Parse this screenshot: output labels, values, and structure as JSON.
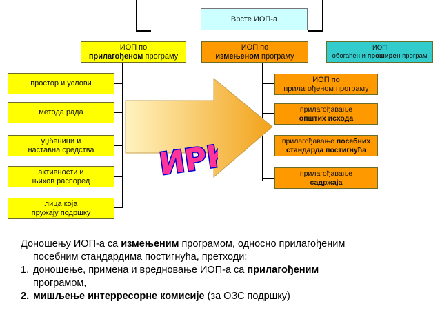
{
  "header": {
    "types_title": "Врсте ИОП-а"
  },
  "top_boxes": {
    "adapted": {
      "line1": "ИОП по",
      "bold": "прилагођеном",
      "rest": " програму"
    },
    "modified": {
      "line1": "ИОП по",
      "bold": "измењеном",
      "rest": " програму"
    },
    "enriched": {
      "line1": "ИОП",
      "pre": "обогаћен и ",
      "bold": "проширен",
      "rest": " програм"
    }
  },
  "left_items": [
    {
      "line1": "простор и услови",
      "line2": ""
    },
    {
      "line1": "метода рада",
      "line2": ""
    },
    {
      "line1": "уџбеници и",
      "line2": "наставна средства"
    },
    {
      "line1": "активности и",
      "line2": "њихов распоред"
    },
    {
      "line1": "лица која",
      "line2": "пружају подршку"
    }
  ],
  "right_items": {
    "adapted": {
      "line1": "ИОП по",
      "line2": "прилагођеном програму"
    },
    "general": {
      "line1": "прилагођавање",
      "line2": "општих исхода"
    },
    "special": {
      "line1_pre": "прилагођавање ",
      "line1_bold": "посебних",
      "line2": "стандарда постигнућа"
    },
    "content": {
      "line1": "прилагођавање",
      "line2": "садржаја"
    }
  },
  "logo": {
    "text": "ИРК"
  },
  "colors": {
    "yellow": "#ffff00",
    "orange": "#ff9900",
    "cyan": "#ccffff",
    "teal": "#33cccc",
    "arrow_start": "#fff3c0",
    "arrow_end": "#f2a21a"
  },
  "text": {
    "intro_pre": "Доношењу ИОП-а са ",
    "intro_bold": "измењеним",
    "intro_post": " програмом, односно прилагођеним",
    "intro_cont": "посебним стандардима постигнућа, претходи:",
    "item1_num": "1.",
    "item1_pre": "доношење, примена и вредновање ИОП-а са ",
    "item1_bold": "прилагођеним",
    "item1_cont": "програмом,",
    "item2_num": "2.",
    "item2_bold": "мишљење интерресорне комисије",
    "item2_post": " (за ОЗС подршку)"
  }
}
